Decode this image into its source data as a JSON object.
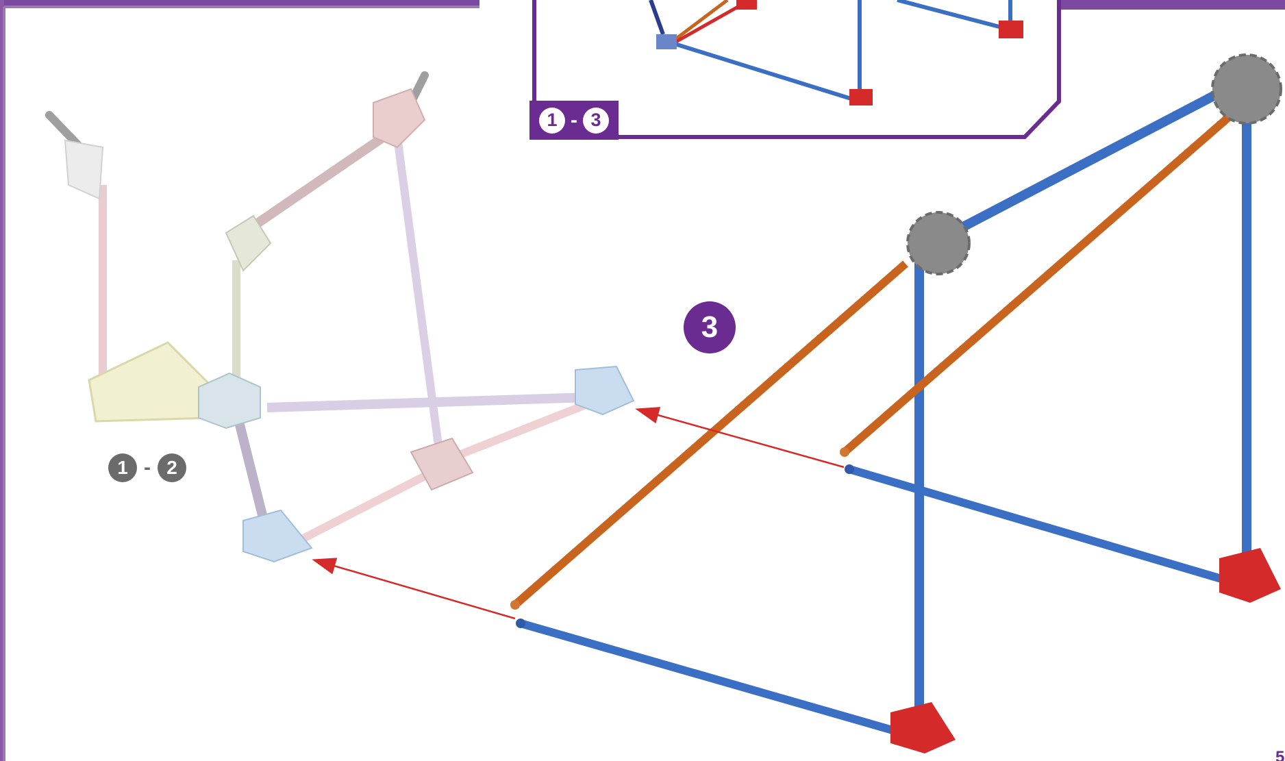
{
  "main_step": {
    "number": "3"
  },
  "inset": {
    "from": "1",
    "dash": "-",
    "to": "3"
  },
  "sub_assembly": {
    "from": "1",
    "dash": "-",
    "to": "2"
  },
  "page_number": "5",
  "colors": {
    "frame_purple": "#6a2c91",
    "rod_blue": "#3a6fc4",
    "rod_orange": "#c8641e",
    "connector_red": "#d42a2a",
    "connector_grey": "#8a8a8a",
    "arrow_red": "#d42a2a"
  },
  "icons": [
    "assembly-arrow-icon",
    "connector-icon",
    "rod-icon"
  ]
}
